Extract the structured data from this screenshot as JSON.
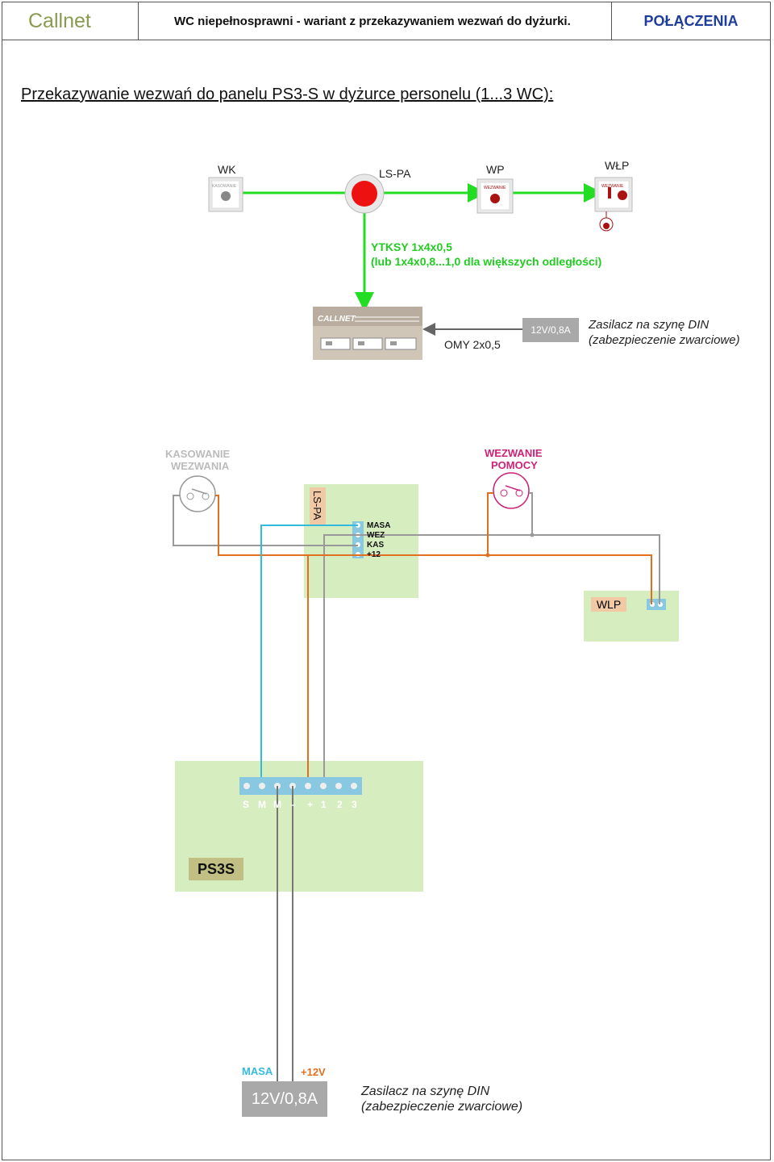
{
  "header": {
    "brand": "Callnet",
    "doc_title": "WC niepełnosprawni - wariant z  przekazywaniem wezwań do dyżurki.",
    "section": "POŁĄCZENIA"
  },
  "diagram_title": "Przekazywanie wezwań do panelu PS3-S w dyżurce personelu (1...3 WC):",
  "devices": {
    "wk": {
      "label": "WK",
      "badge": "KASOWANIE"
    },
    "lspa": {
      "label": "LS-PA"
    },
    "wp": {
      "label": "WP",
      "badge": "WEZWANIE"
    },
    "wlp": {
      "label": "WŁP",
      "badge": "WEZWANIE"
    }
  },
  "cable": {
    "line1": "YTKSY 1x4x0,5",
    "line2": "(lub 1x4x0,8...1,0 dla większych odległości)"
  },
  "panel_top": {
    "brand": "CALLNET",
    "omy_label": "OMY 2x0,5",
    "psu_label": "12V/0,8A",
    "psu_desc1": "Zasilacz na szynę DIN",
    "psu_desc2": "(zabezpieczenie zwarciowe)"
  },
  "schematic": {
    "kasowanie_line1": "KASOWANIE",
    "kasowanie_line2": "WEZWANIA",
    "wezwanie_line1": "WEZWANIE",
    "wezwanie_line2": "POMOCY",
    "lspa_label": "LS-PA",
    "terminals": [
      "MASA",
      "WEZ",
      "KAS",
      "+12"
    ],
    "wlp_label": "WLP",
    "ps3s_label": "PS3S",
    "ps3s_pins": [
      "S",
      "M",
      "M",
      "–",
      "+",
      "1",
      "2",
      "3"
    ],
    "psu_masa": "MASA",
    "psu_plus": "+12V",
    "psu_label": "12V/0,8A",
    "psu_desc1": "Zasilacz na szynę DIN",
    "psu_desc2": "(zabezpieczenie zwarciowe)"
  },
  "colors": {
    "green_wire": "#22dd22",
    "cyan_wire": "#33bbdd",
    "orange_wire": "#e07020",
    "gray_wire": "#999999",
    "panel_green": "#d6edc0",
    "brand_olive": "#8a9a50",
    "header_blue": "#1f3e99",
    "wezwanie_magenta": "#cc2277"
  }
}
